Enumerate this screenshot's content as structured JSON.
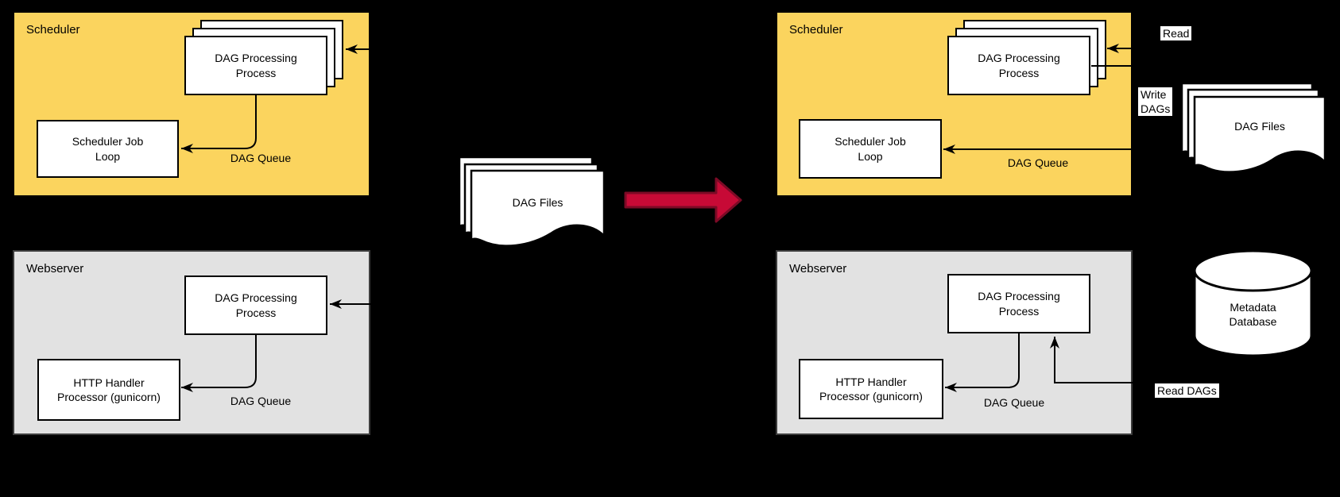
{
  "diagram": {
    "before": {
      "scheduler": {
        "title": "Scheduler",
        "process": "DAG Processing\nProcess",
        "job_loop": "Scheduler Job\nLoop",
        "queue": "DAG Queue"
      },
      "webserver": {
        "title": "Webserver",
        "process": "DAG Processing\nProcess",
        "handler": "HTTP Handler\nProcessor (gunicorn)",
        "queue": "DAG Queue"
      },
      "dag_files": "DAG Files"
    },
    "after": {
      "scheduler": {
        "title": "Scheduler",
        "process": "DAG Processing\nProcess",
        "job_loop": "Scheduler Job\nLoop",
        "queue": "DAG Queue"
      },
      "webserver": {
        "title": "Webserver",
        "process": "DAG Processing\nProcess",
        "handler": "HTTP Handler\nProcessor (gunicorn)",
        "queue": "DAG Queue"
      },
      "dag_files": "DAG Files",
      "database": "Metadata\nDatabase",
      "labels": {
        "read": "Read",
        "write_dags": "Write\nDAGs",
        "read_dags": "Read DAGs"
      }
    },
    "colors": {
      "background": "#000000",
      "scheduler_fill": "#FBD45E",
      "webserver_fill": "#E2E2E2",
      "arrow_red": "#C70A36",
      "arrow_red_border": "#7D0A26"
    }
  }
}
